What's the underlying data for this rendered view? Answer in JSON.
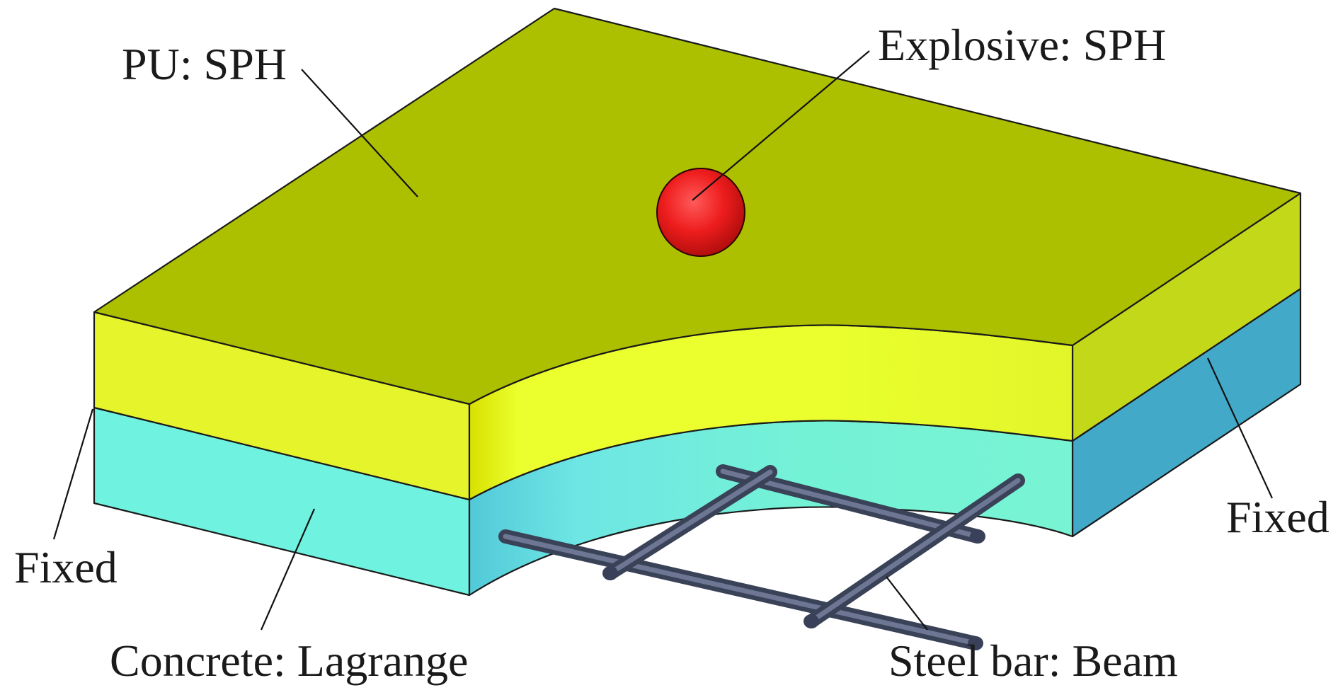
{
  "labels": {
    "pu": "PU: SPH",
    "explosive": "Explosive: SPH",
    "fixed_left": "Fixed",
    "fixed_right": "Fixed",
    "concrete": "Concrete: Lagrange",
    "steel": "Steel bar: Beam"
  },
  "colors": {
    "pu_top": "#acc000",
    "pu_side": "#e6f52b",
    "pu_right_side": "#c6da18",
    "concrete_front": "#6ff2df",
    "concrete_right": "#42aac8",
    "explosive": "#ee1d1d",
    "steel": "#4a5570"
  }
}
